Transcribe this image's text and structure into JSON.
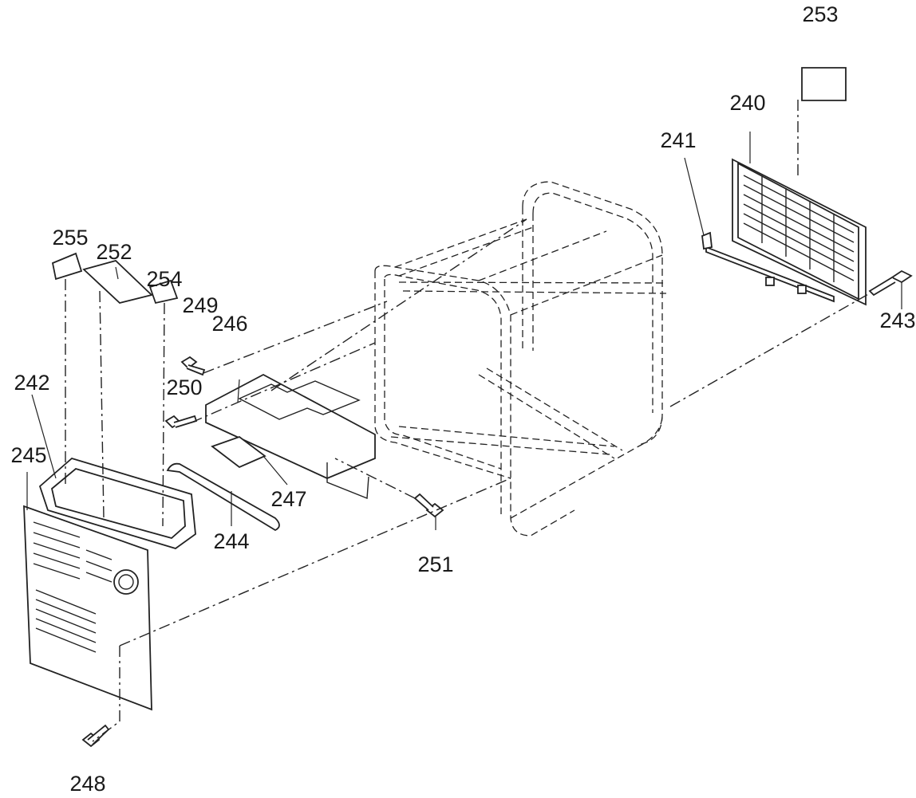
{
  "parts": [
    {
      "id": "p240",
      "number": "240"
    },
    {
      "id": "p241",
      "number": "241"
    },
    {
      "id": "p242",
      "number": "242"
    },
    {
      "id": "p243",
      "number": "243"
    },
    {
      "id": "p244",
      "number": "244"
    },
    {
      "id": "p245",
      "number": "245"
    },
    {
      "id": "p246",
      "number": "246"
    },
    {
      "id": "p247",
      "number": "247"
    },
    {
      "id": "p248",
      "number": "248"
    },
    {
      "id": "p249",
      "number": "249"
    },
    {
      "id": "p250",
      "number": "250"
    },
    {
      "id": "p251",
      "number": "251"
    },
    {
      "id": "p252",
      "number": "252"
    },
    {
      "id": "p253",
      "number": "253"
    },
    {
      "id": "p254",
      "number": "254"
    },
    {
      "id": "p255",
      "number": "255"
    }
  ]
}
